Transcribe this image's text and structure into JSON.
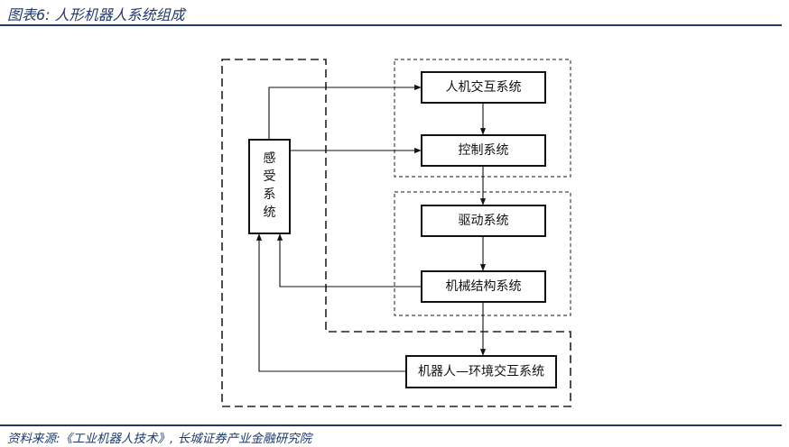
{
  "header": {
    "title": "图表6:  人形机器人系统组成"
  },
  "diagram": {
    "nodes": {
      "sensing": [
        "感",
        "受",
        "系",
        "统"
      ],
      "hmi": "人机交互系统",
      "control": "控制系统",
      "drive": "驱动系统",
      "mechanical": "机械结构系统",
      "environment": "机器人—环境交互系统"
    }
  },
  "footer": {
    "source": "资料来源:《工业机器人技术》, 长城证券产业金融研究院"
  }
}
